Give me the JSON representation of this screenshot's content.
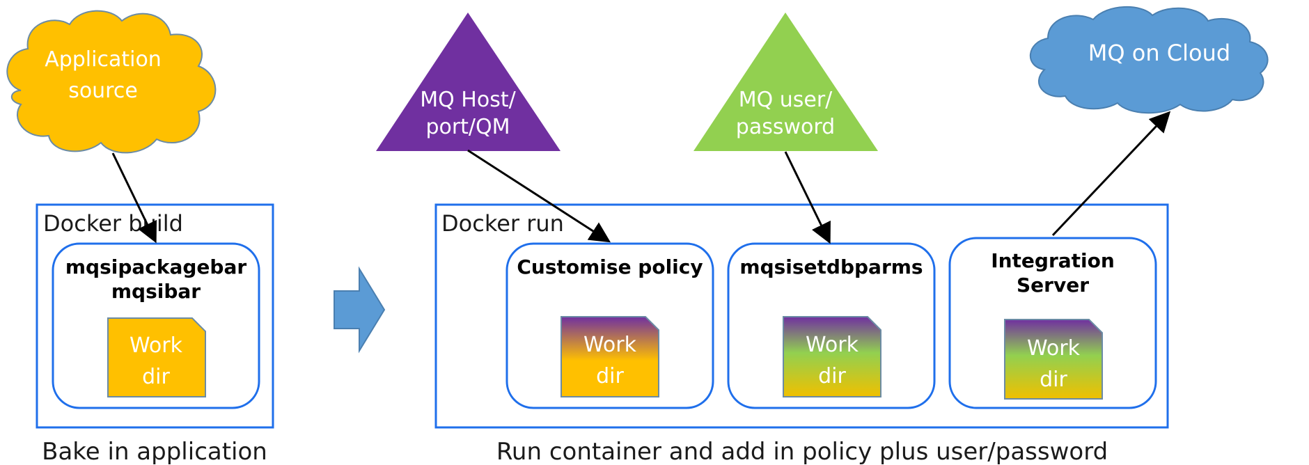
{
  "sources": {
    "app_source": {
      "line1": "Application",
      "line2": "source",
      "color": "#FFC000"
    },
    "mq_host": {
      "line1": "MQ Host/",
      "line2": "port/QM",
      "color": "#7030A0"
    },
    "mq_user": {
      "line1": "MQ user/",
      "line2": "password",
      "color": "#92D050"
    },
    "mq_cloud": {
      "label": "MQ on Cloud",
      "color": "#5B9BD5"
    }
  },
  "docker_build": {
    "label": "Docker build",
    "step": {
      "line1": "mqsipackagebar",
      "line2": "mqsibar"
    },
    "workdir": {
      "line1": "Work",
      "line2": "dir"
    },
    "caption": "Bake in application"
  },
  "docker_run": {
    "label": "Docker run",
    "steps": [
      {
        "title": "Customise policy",
        "workdir": {
          "line1": "Work",
          "line2": "dir"
        }
      },
      {
        "title": "mqsisetdbparms",
        "workdir": {
          "line1": "Work",
          "line2": "dir"
        }
      },
      {
        "title_line1": "Integration",
        "title_line2": "Server",
        "workdir": {
          "line1": "Work",
          "line2": "dir"
        }
      }
    ],
    "caption": "Run container and add in policy plus user/password"
  },
  "colors": {
    "box_border": "#1F6FEB",
    "arrow_fill": "#5B9BD5",
    "workdir_yellow": "#FFC000"
  }
}
